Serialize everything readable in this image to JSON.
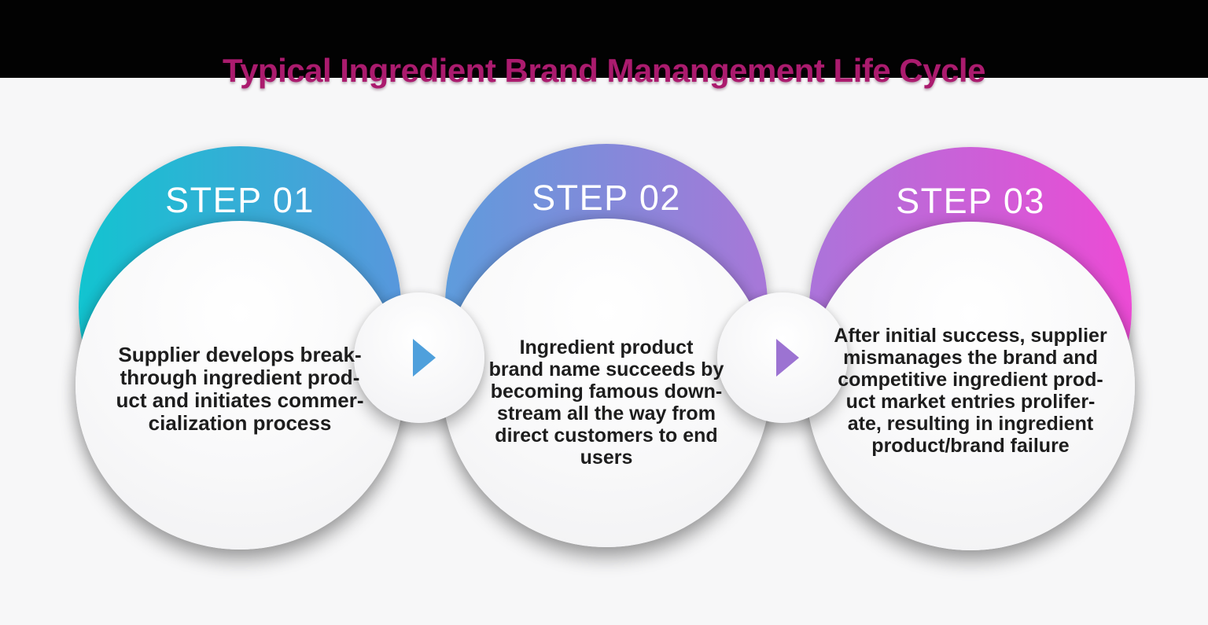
{
  "title": "Typical Ingredient Brand Manangement Life Cycle",
  "steps": [
    {
      "label": "STEP 01",
      "description": "Supplier develops break-\nthrough ingredient prod-\nuct and initiates commer-\ncialization process",
      "gradient_start": "#12c4d0",
      "gradient_end": "#5897dc"
    },
    {
      "label": "STEP 02",
      "description": "Ingredient product\nbrand name succeeds by\nbecoming famous down-\nstream all the way from\ndirect customers to end\nusers",
      "gradient_start": "#5e9cdc",
      "gradient_end": "#a877d8"
    },
    {
      "label": "STEP 03",
      "description": "After initial success, supplier\nmismanages the brand and\ncompetitive ingredient prod-\nuct market entries prolifer-\nate, resulting in ingredient\nproduct/brand failure",
      "gradient_start": "#ab74da",
      "gradient_end": "#ec4bd5"
    }
  ],
  "connectors": [
    {
      "icon": "play-arrow-icon",
      "color": "#4fa0dc"
    },
    {
      "icon": "play-arrow-icon",
      "color": "#9c73d2"
    }
  ],
  "colors": {
    "header_bg": "#020202",
    "background": "#f7f7f8",
    "title_text": "#ab1b6e",
    "body_text": "#1d1d1d",
    "step_label_text": "#ffffff"
  }
}
